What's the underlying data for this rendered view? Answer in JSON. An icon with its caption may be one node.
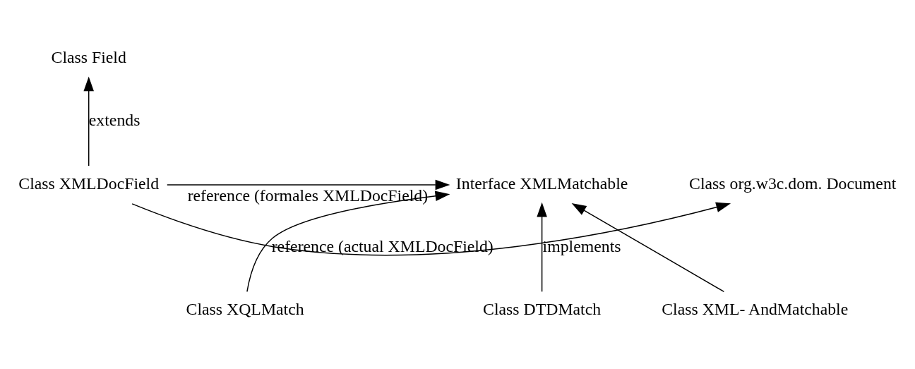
{
  "diagram": {
    "nodes": [
      {
        "text": [
          "Class Field"
        ]
      },
      {
        "text": [
          "Class XMLDocField"
        ]
      },
      {
        "text": [
          "Class org.w3c.dom. Document"
        ]
      },
      {
        "text": [
          "Interface XMLMatchable"
        ]
      },
      {
        "text": [
          "Class XQLMatch"
        ]
      },
      {
        "text": [
          "Class DTDMatch"
        ]
      },
      {
        "text": [
          "Class XML- AndMatchable"
        ]
      }
    ],
    "edges": [
      {
        "from": 1,
        "to": 0,
        "arrow": "to",
        "label": "extends"
      },
      {
        "from": 1,
        "to": 2,
        "arrow": "to",
        "label": "reference (actual XMLDocField)"
      },
      {
        "from": 1,
        "to": 3,
        "arrow": "to",
        "label": "reference (formales XMLDocField)"
      },
      {
        "from": 4,
        "to": 3,
        "arrow": "to"
      },
      {
        "from": 5,
        "to": 3,
        "arrow": "to",
        "label": "implements"
      },
      {
        "from": 6,
        "to": 3,
        "arrow": "to"
      }
    ]
  }
}
